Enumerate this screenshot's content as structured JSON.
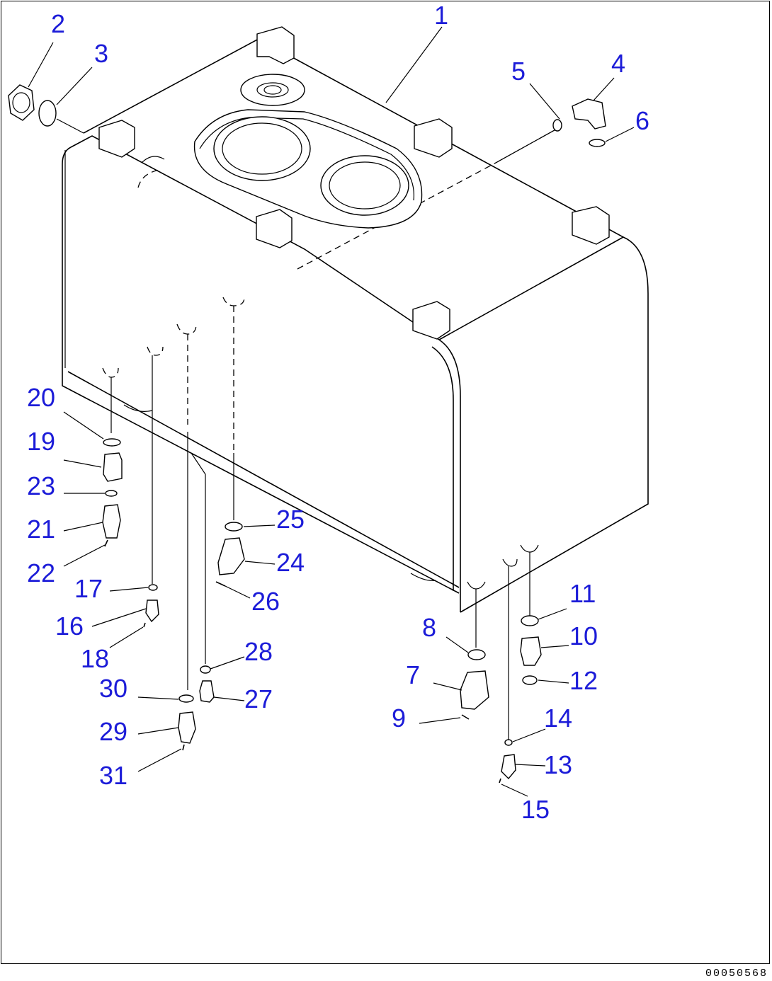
{
  "drawing_number": "00050568",
  "callouts": [
    "1",
    "2",
    "3",
    "4",
    "5",
    "6",
    "7",
    "8",
    "9",
    "10",
    "11",
    "12",
    "13",
    "14",
    "15",
    "16",
    "17",
    "18",
    "19",
    "20",
    "21",
    "22",
    "23",
    "24",
    "25",
    "26",
    "27",
    "28",
    "29",
    "30",
    "31"
  ],
  "colors": {
    "callout_text": "#1c1cd8",
    "line": "#000000",
    "background": "#ffffff"
  }
}
